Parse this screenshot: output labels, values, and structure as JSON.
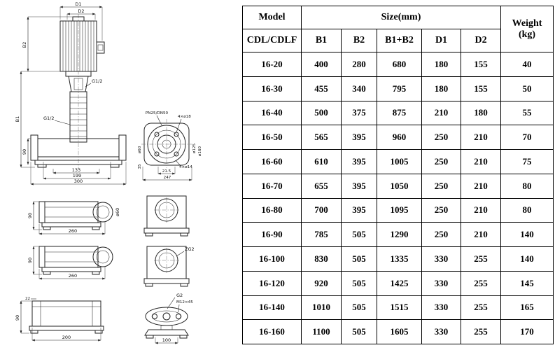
{
  "drawing": {
    "d1": "D1",
    "d2": "D2",
    "b1": "B1",
    "b2": "B2",
    "g12_a": "G1/2",
    "g12_b": "G1/2",
    "h90": "90",
    "w133": "133",
    "w199": "199",
    "w300": "300",
    "pn": "PN25/DN50",
    "holes18": "4×ø18",
    "dia60": "ø60",
    "dim35": "35",
    "dia125": "ø125",
    "dia160": "ø160",
    "dim215": "21.5",
    "dim247": "247",
    "holes14": "4×ø14",
    "s1_90": "90",
    "s1_260": "260",
    "s1_d60": "ø60",
    "s2_90": "90",
    "s2_260": "260",
    "zg2": "ZG2",
    "b22": "22",
    "b90": "90",
    "b200": "200",
    "g2": "G2",
    "m12": "M12×45",
    "w100": "100"
  },
  "table": {
    "header": {
      "model": "Model",
      "model_sub": "CDL/CDLF",
      "size": "Size(mm)",
      "cols": [
        "B1",
        "B2",
        "B1+B2",
        "D1",
        "D2"
      ],
      "weight": "Weight",
      "weight_unit": "(kg)"
    },
    "rows": [
      [
        "16-20",
        "400",
        "280",
        "680",
        "180",
        "155",
        "40"
      ],
      [
        "16-30",
        "455",
        "340",
        "795",
        "180",
        "155",
        "50"
      ],
      [
        "16-40",
        "500",
        "375",
        "875",
        "210",
        "180",
        "55"
      ],
      [
        "16-50",
        "565",
        "395",
        "960",
        "250",
        "210",
        "70"
      ],
      [
        "16-60",
        "610",
        "395",
        "1005",
        "250",
        "210",
        "75"
      ],
      [
        "16-70",
        "655",
        "395",
        "1050",
        "250",
        "210",
        "80"
      ],
      [
        "16-80",
        "700",
        "395",
        "1095",
        "250",
        "210",
        "80"
      ],
      [
        "16-90",
        "785",
        "505",
        "1290",
        "250",
        "210",
        "140"
      ],
      [
        "16-100",
        "830",
        "505",
        "1335",
        "330",
        "255",
        "140"
      ],
      [
        "16-120",
        "920",
        "505",
        "1425",
        "330",
        "255",
        "145"
      ],
      [
        "16-140",
        "1010",
        "505",
        "1515",
        "330",
        "255",
        "165"
      ],
      [
        "16-160",
        "1100",
        "505",
        "1605",
        "330",
        "255",
        "170"
      ]
    ]
  }
}
